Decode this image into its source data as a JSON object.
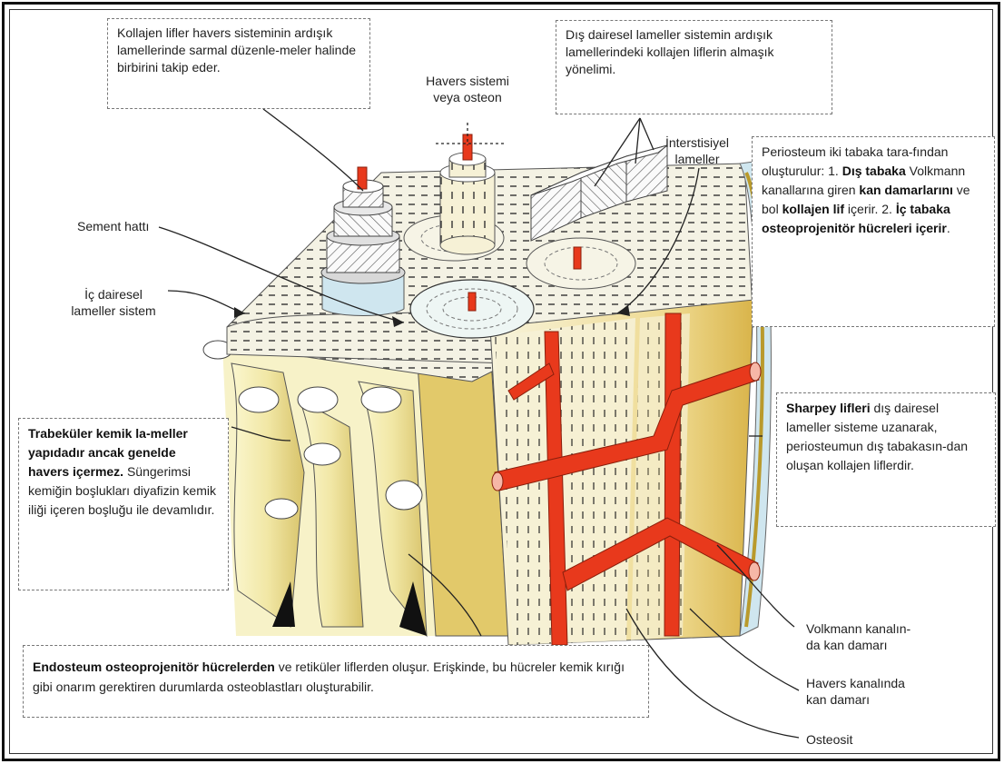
{
  "callouts": {
    "kollajen_havers": "Kollajen lifler havers sisteminin ardışık lamellerinde sarmal düzenle-meler halinde birbirini takip eder.",
    "havers_title_1": "Havers sistemi",
    "havers_title_2": "veya osteon",
    "dis_dairesel": "Dış dairesel lameller sistemin ardışık lamellerindeki kollajen liflerin almaşık yönelimi.",
    "interstisiyel_1": "İnterstisiyel",
    "interstisiyel_2": "lameller",
    "sement": "Sement hattı",
    "ic_dairesel_1": "İç dairesel",
    "ic_dairesel_2": "lameller sistem",
    "periosteum": {
      "t1": "Periosteum iki tabaka tara-fından oluşturulur: 1. ",
      "b1": "Dış tabaka",
      "t2": " Volkmann kanallarına giren ",
      "b2": "kan damarlarını",
      "t3": " ve bol ",
      "b3": "kollajen lif",
      "t4": " içerir. 2. ",
      "b4": "İç tabaka osteoprojenitör hücreleri içerir",
      "t5": "."
    },
    "trabekuler": {
      "b1": "Trabeküler kemik la-meller yapıdadır ancak genelde havers içermez.",
      "t1": " Süngerimsi kemiğin boşlukları diyafizin kemik iliği içeren boşluğu ile devamlıdır."
    },
    "sharpey": {
      "b1": "Sharpey lifleri",
      "t1": " dış dairesel lameller sisteme uzanarak, periosteumun dış tabakasın-dan oluşan kollajen liflerdir."
    },
    "endosteum": {
      "b1": "Endosteum osteoprojenitör hücrelerden",
      "t1": " ve retiküler liflerden oluşur. Erişkinde, bu hücreler kemik kırığı gibi onarım gerektiren durumlarda osteoblastları oluşturabilir."
    },
    "volkmann_1": "Volkmann kanalın-",
    "volkmann_2": "da kan damarı",
    "havers_kanal_1": "Havers kanalında",
    "havers_kanal_2": "kan damarı",
    "osteosit": "Osteosit"
  },
  "colors": {
    "bone": "#f4efd4",
    "bone_yellow": "#ecd98a",
    "bone_deep": "#d9b64a",
    "vessel": "#e8391c",
    "periosteum_blue": "#cfe6ef"
  }
}
